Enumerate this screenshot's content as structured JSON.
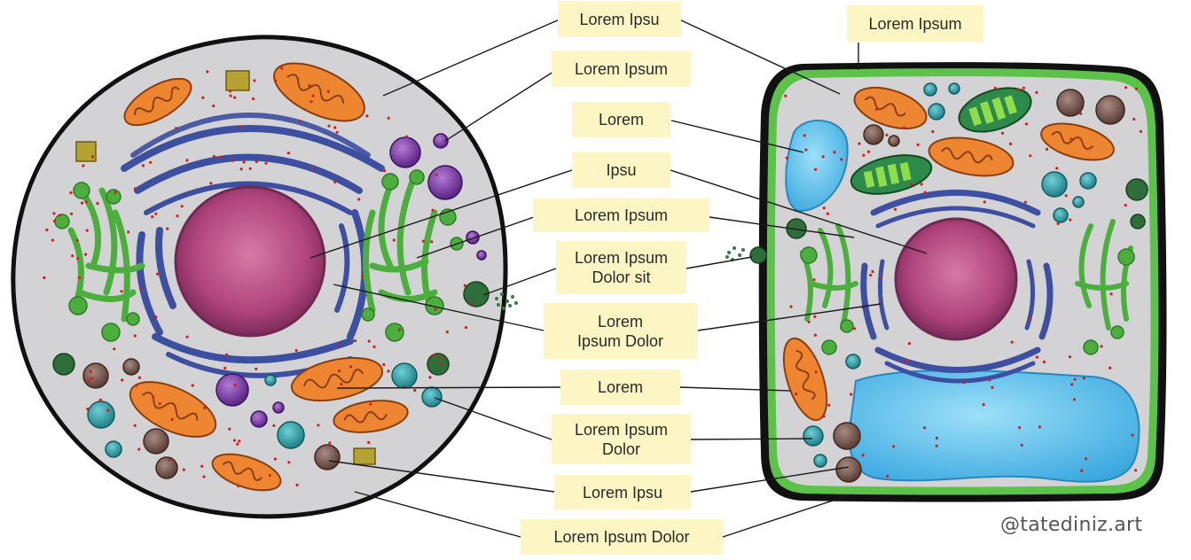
{
  "labels": [
    {
      "text": "Lorem Ipsu"
    },
    {
      "text": "Lorem Ipsum"
    },
    {
      "text": "Lorem"
    },
    {
      "text": "Ipsu"
    },
    {
      "text": "Lorem Ipsum"
    },
    {
      "text": "Lorem Ipsum\nDolor sit"
    },
    {
      "text": "Lorem\nIpsum Dolor"
    },
    {
      "text": "Lorem"
    },
    {
      "text": "Lorem Ipsum\nDolor"
    },
    {
      "text": "Lorem Ipsu"
    },
    {
      "text": "Lorem Ipsum Dolor"
    },
    {
      "text": "Lorem Ipsum"
    }
  ],
  "watermark": "@tatediniz.art",
  "colors": {
    "cytoplasm": "#d3d3d5",
    "membrane": "#111111",
    "cell_wall": "#5cc24a",
    "nucleus": "#b0447c",
    "er": "#3c4fa0",
    "golgi": "#4cae3c",
    "mitochondria": "#ee8631",
    "vacuole": "#3fb6e6",
    "chloroplast": "#2e8a4a",
    "lysosome": "#7a3aa0",
    "vesicle_teal": "#2a9aa0",
    "vesicle_brown": "#7a5a50",
    "label_bg": "#fdf5c4"
  }
}
